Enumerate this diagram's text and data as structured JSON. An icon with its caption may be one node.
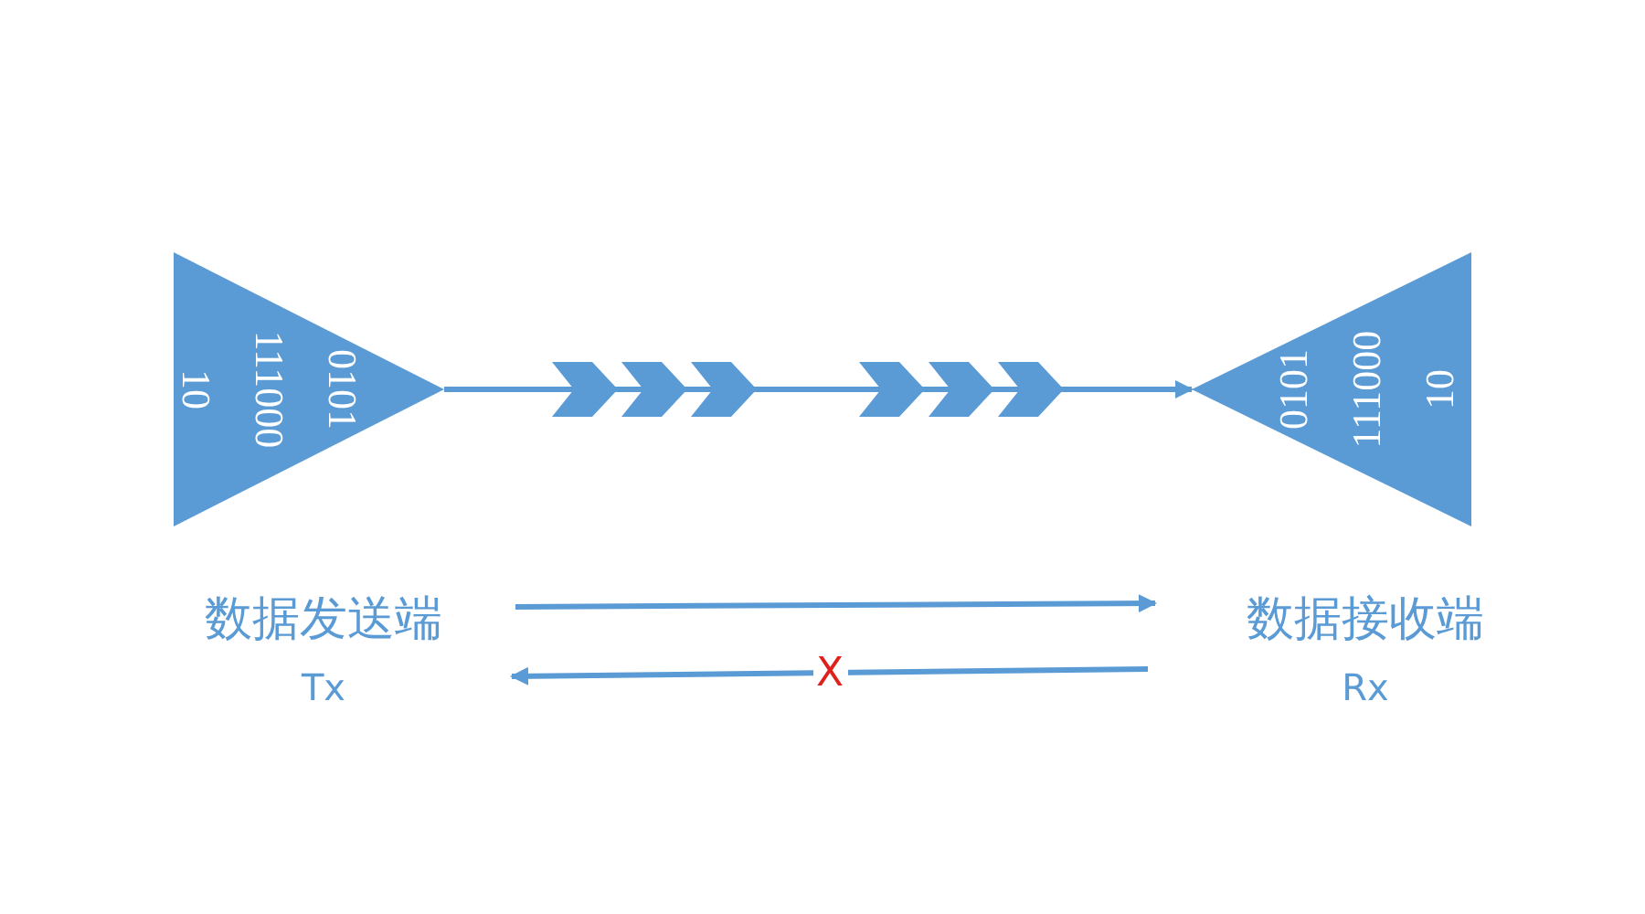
{
  "diagram": {
    "nodes": [
      {
        "text": [
          "0101 111000 10"
        ]
      },
      {
        "text": [
          "0101 111000 10"
        ]
      },
      {
        "text": [
          "数据发送端",
          "Tx"
        ]
      },
      {
        "text": [
          "数据接收端",
          "Rx"
        ]
      }
    ],
    "edges": [
      {
        "from": 0,
        "to": 1,
        "arrow": "to"
      },
      {
        "from": 2,
        "to": 3,
        "arrow": "to"
      },
      {
        "from": 3,
        "to": 2,
        "arrow": "to",
        "label": "X"
      }
    ]
  }
}
